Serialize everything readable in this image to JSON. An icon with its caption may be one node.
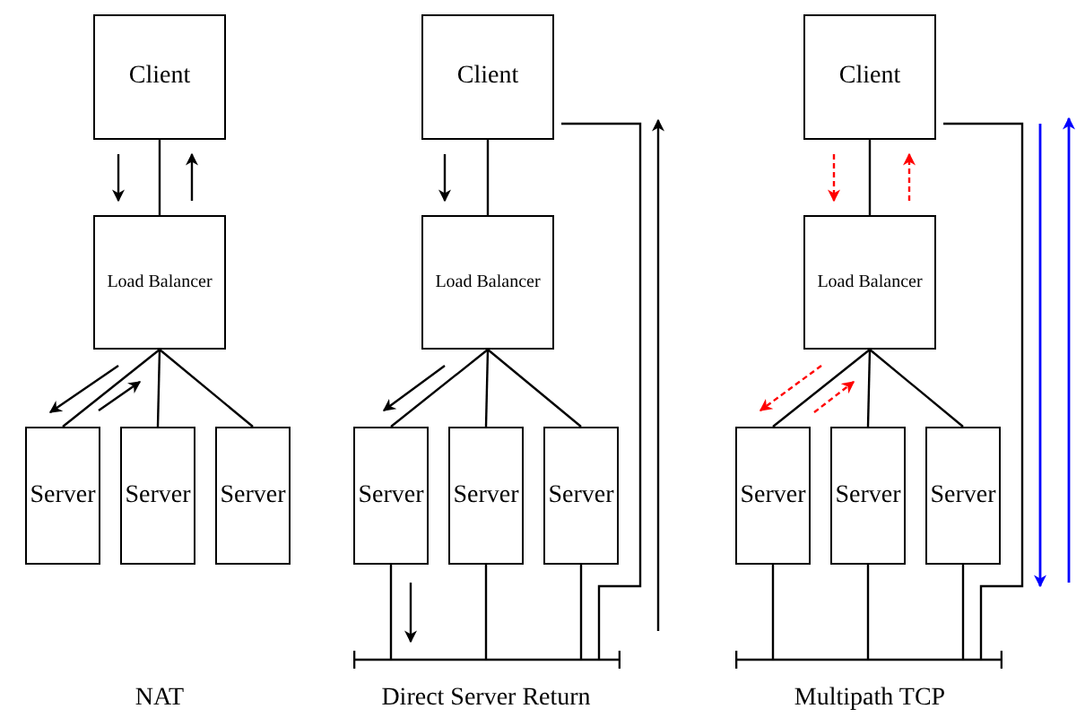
{
  "diagram": {
    "nodes": [
      {
        "text": [
          "Client"
        ]
      },
      {
        "text": [
          "Load Balancer"
        ]
      },
      {
        "text": [
          "Server"
        ]
      },
      {
        "text": [
          "Server"
        ]
      },
      {
        "text": [
          "Server"
        ]
      },
      {
        "text": [
          "Client"
        ]
      },
      {
        "text": [
          "Load Balancer"
        ]
      },
      {
        "text": [
          "Server"
        ]
      },
      {
        "text": [
          "Server"
        ]
      },
      {
        "text": [
          "Server"
        ]
      },
      {
        "text": [],
        "shape": "bar"
      },
      {
        "text": [
          "Client"
        ]
      },
      {
        "text": [
          "Load Balancer"
        ]
      },
      {
        "text": [
          "Server"
        ]
      },
      {
        "text": [
          "Server"
        ]
      },
      {
        "text": [
          "Server"
        ]
      },
      {
        "text": [],
        "shape": "bar"
      }
    ],
    "edges": [
      {
        "from": 0,
        "to": 1,
        "arrow": "none"
      },
      {
        "from": 1,
        "to": 2,
        "arrow": "none"
      },
      {
        "from": 1,
        "to": 3,
        "arrow": "none"
      },
      {
        "from": 1,
        "to": 4,
        "arrow": "none"
      },
      {
        "from": 5,
        "to": 6,
        "arrow": "none"
      },
      {
        "from": 6,
        "to": 7,
        "arrow": "none"
      },
      {
        "from": 6,
        "to": 8,
        "arrow": "none"
      },
      {
        "from": 6,
        "to": 9,
        "arrow": "none"
      },
      {
        "from": 7,
        "to": 10,
        "arrow": "none"
      },
      {
        "from": 8,
        "to": 10,
        "arrow": "none"
      },
      {
        "from": 9,
        "to": 10,
        "arrow": "none"
      },
      {
        "from": 10,
        "to": 5,
        "arrow": "none"
      },
      {
        "from": 11,
        "to": 12,
        "arrow": "none"
      },
      {
        "from": 12,
        "to": 13,
        "arrow": "none"
      },
      {
        "from": 12,
        "to": 14,
        "arrow": "none"
      },
      {
        "from": 12,
        "to": 15,
        "arrow": "none"
      },
      {
        "from": 13,
        "to": 16,
        "arrow": "none"
      },
      {
        "from": 14,
        "to": 16,
        "arrow": "none"
      },
      {
        "from": 15,
        "to": 16,
        "arrow": "none"
      },
      {
        "from": 16,
        "to": 11,
        "arrow": "none"
      }
    ],
    "labels": [
      "NAT",
      "Direct Server Return",
      "Multipath TCP"
    ]
  }
}
